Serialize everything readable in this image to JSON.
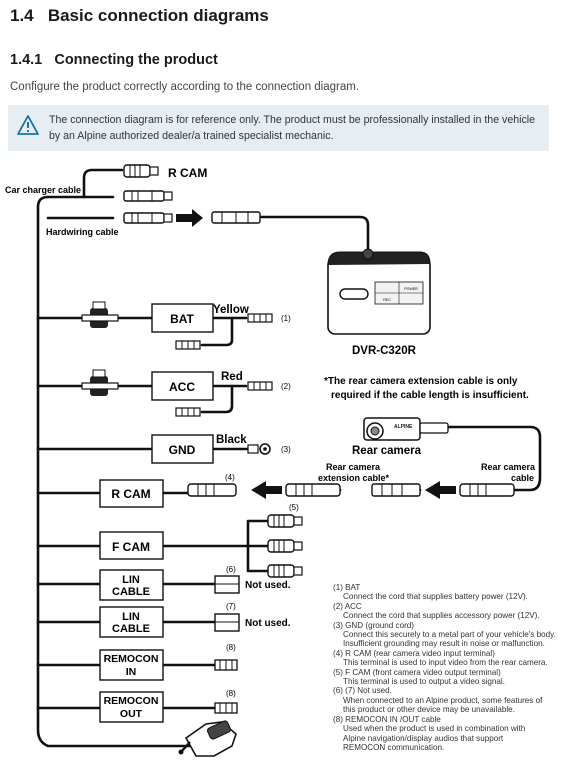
{
  "heading": {
    "number": "1.4",
    "title": "Basic connection diagrams"
  },
  "subheading": {
    "number": "1.4.1",
    "title": "Connecting the product"
  },
  "intro": "Configure the product correctly according to the connection diagram.",
  "note": "The connection diagram is for reference only. The product must be professionally installed in the vehicle by an Alpine authorized dealer/a trained specialist mechanic.",
  "diagram": {
    "labels": {
      "car_charger_cable": "Car charger cable",
      "hardwiring_cable": "Hardwiring cable",
      "r_cam_top": "R CAM",
      "device": "DVR-C320R",
      "rear_note_line1": "*The rear camera extension cable is only",
      "rear_note_line2": "required if the cable length is insufficient.",
      "rear_camera": "Rear camera",
      "rear_camera_cable_1": "Rear camera",
      "rear_camera_cable_2": "cable",
      "extension_cable_1": "Rear camera",
      "extension_cable_2": "extension cable*",
      "brand": "ALPINE",
      "not_used_1": "Not used.",
      "not_used_2": "Not used.",
      "btn_power": "POWER",
      "btn_rec": "REC"
    },
    "boxes": {
      "bat": "BAT",
      "acc": "ACC",
      "gnd": "GND",
      "r_cam": "R CAM",
      "f_cam": "F CAM",
      "lin_cable_1": {
        "line1": "LIN",
        "line2": "CABLE"
      },
      "lin_cable_2": {
        "line1": "LIN",
        "line2": "CABLE"
      },
      "remocon_in": {
        "line1": "REMOCON",
        "line2": "IN"
      },
      "remocon_out": {
        "line1": "REMOCON",
        "line2": "OUT"
      }
    },
    "wire_colors": {
      "yellow": "Yellow",
      "red": "Red",
      "black": "Black"
    },
    "callouts": {
      "c1": "(1)",
      "c2": "(2)",
      "c3": "(3)",
      "c4": "(4)",
      "c5": "(5)",
      "c6": "(6)",
      "c7": "(7)",
      "c8a": "(8)",
      "c8b": "(8)"
    }
  },
  "legend": [
    {
      "title": "(1) BAT",
      "desc": [
        "Connect the cord that supplies battery power (12V)."
      ]
    },
    {
      "title": "(2) ACC",
      "desc": [
        "Connect the cord that supplies accessory power (12V)."
      ]
    },
    {
      "title": "(3) GND (ground cord)",
      "desc": [
        "Connect this securely to a metal part of your vehicle's body.",
        "Insufficient grounding may result in noise or malfunction."
      ]
    },
    {
      "title": "(4) R CAM (rear camera video input terminal)",
      "desc": [
        "This terminal is used to input video from the rear camera."
      ]
    },
    {
      "title": "(5) F CAM (front camera video output terminal)",
      "desc": [
        "This terminal is used to output a video signal."
      ]
    },
    {
      "title": "(6) (7) Not used.",
      "desc": [
        "When connected to an Alpine product, some features of",
        "this product or other device may be unavailable."
      ]
    },
    {
      "title": "(8) REMOCON IN /OUT cable",
      "desc": [
        "Used when the product is used in combination with",
        "Alpine navigation/display audios that support",
        "REMOCON communication."
      ]
    }
  ],
  "colors": {
    "note_bg": "#e6eef3",
    "accent": "#1a73a8",
    "text": "#1a1a1a"
  }
}
